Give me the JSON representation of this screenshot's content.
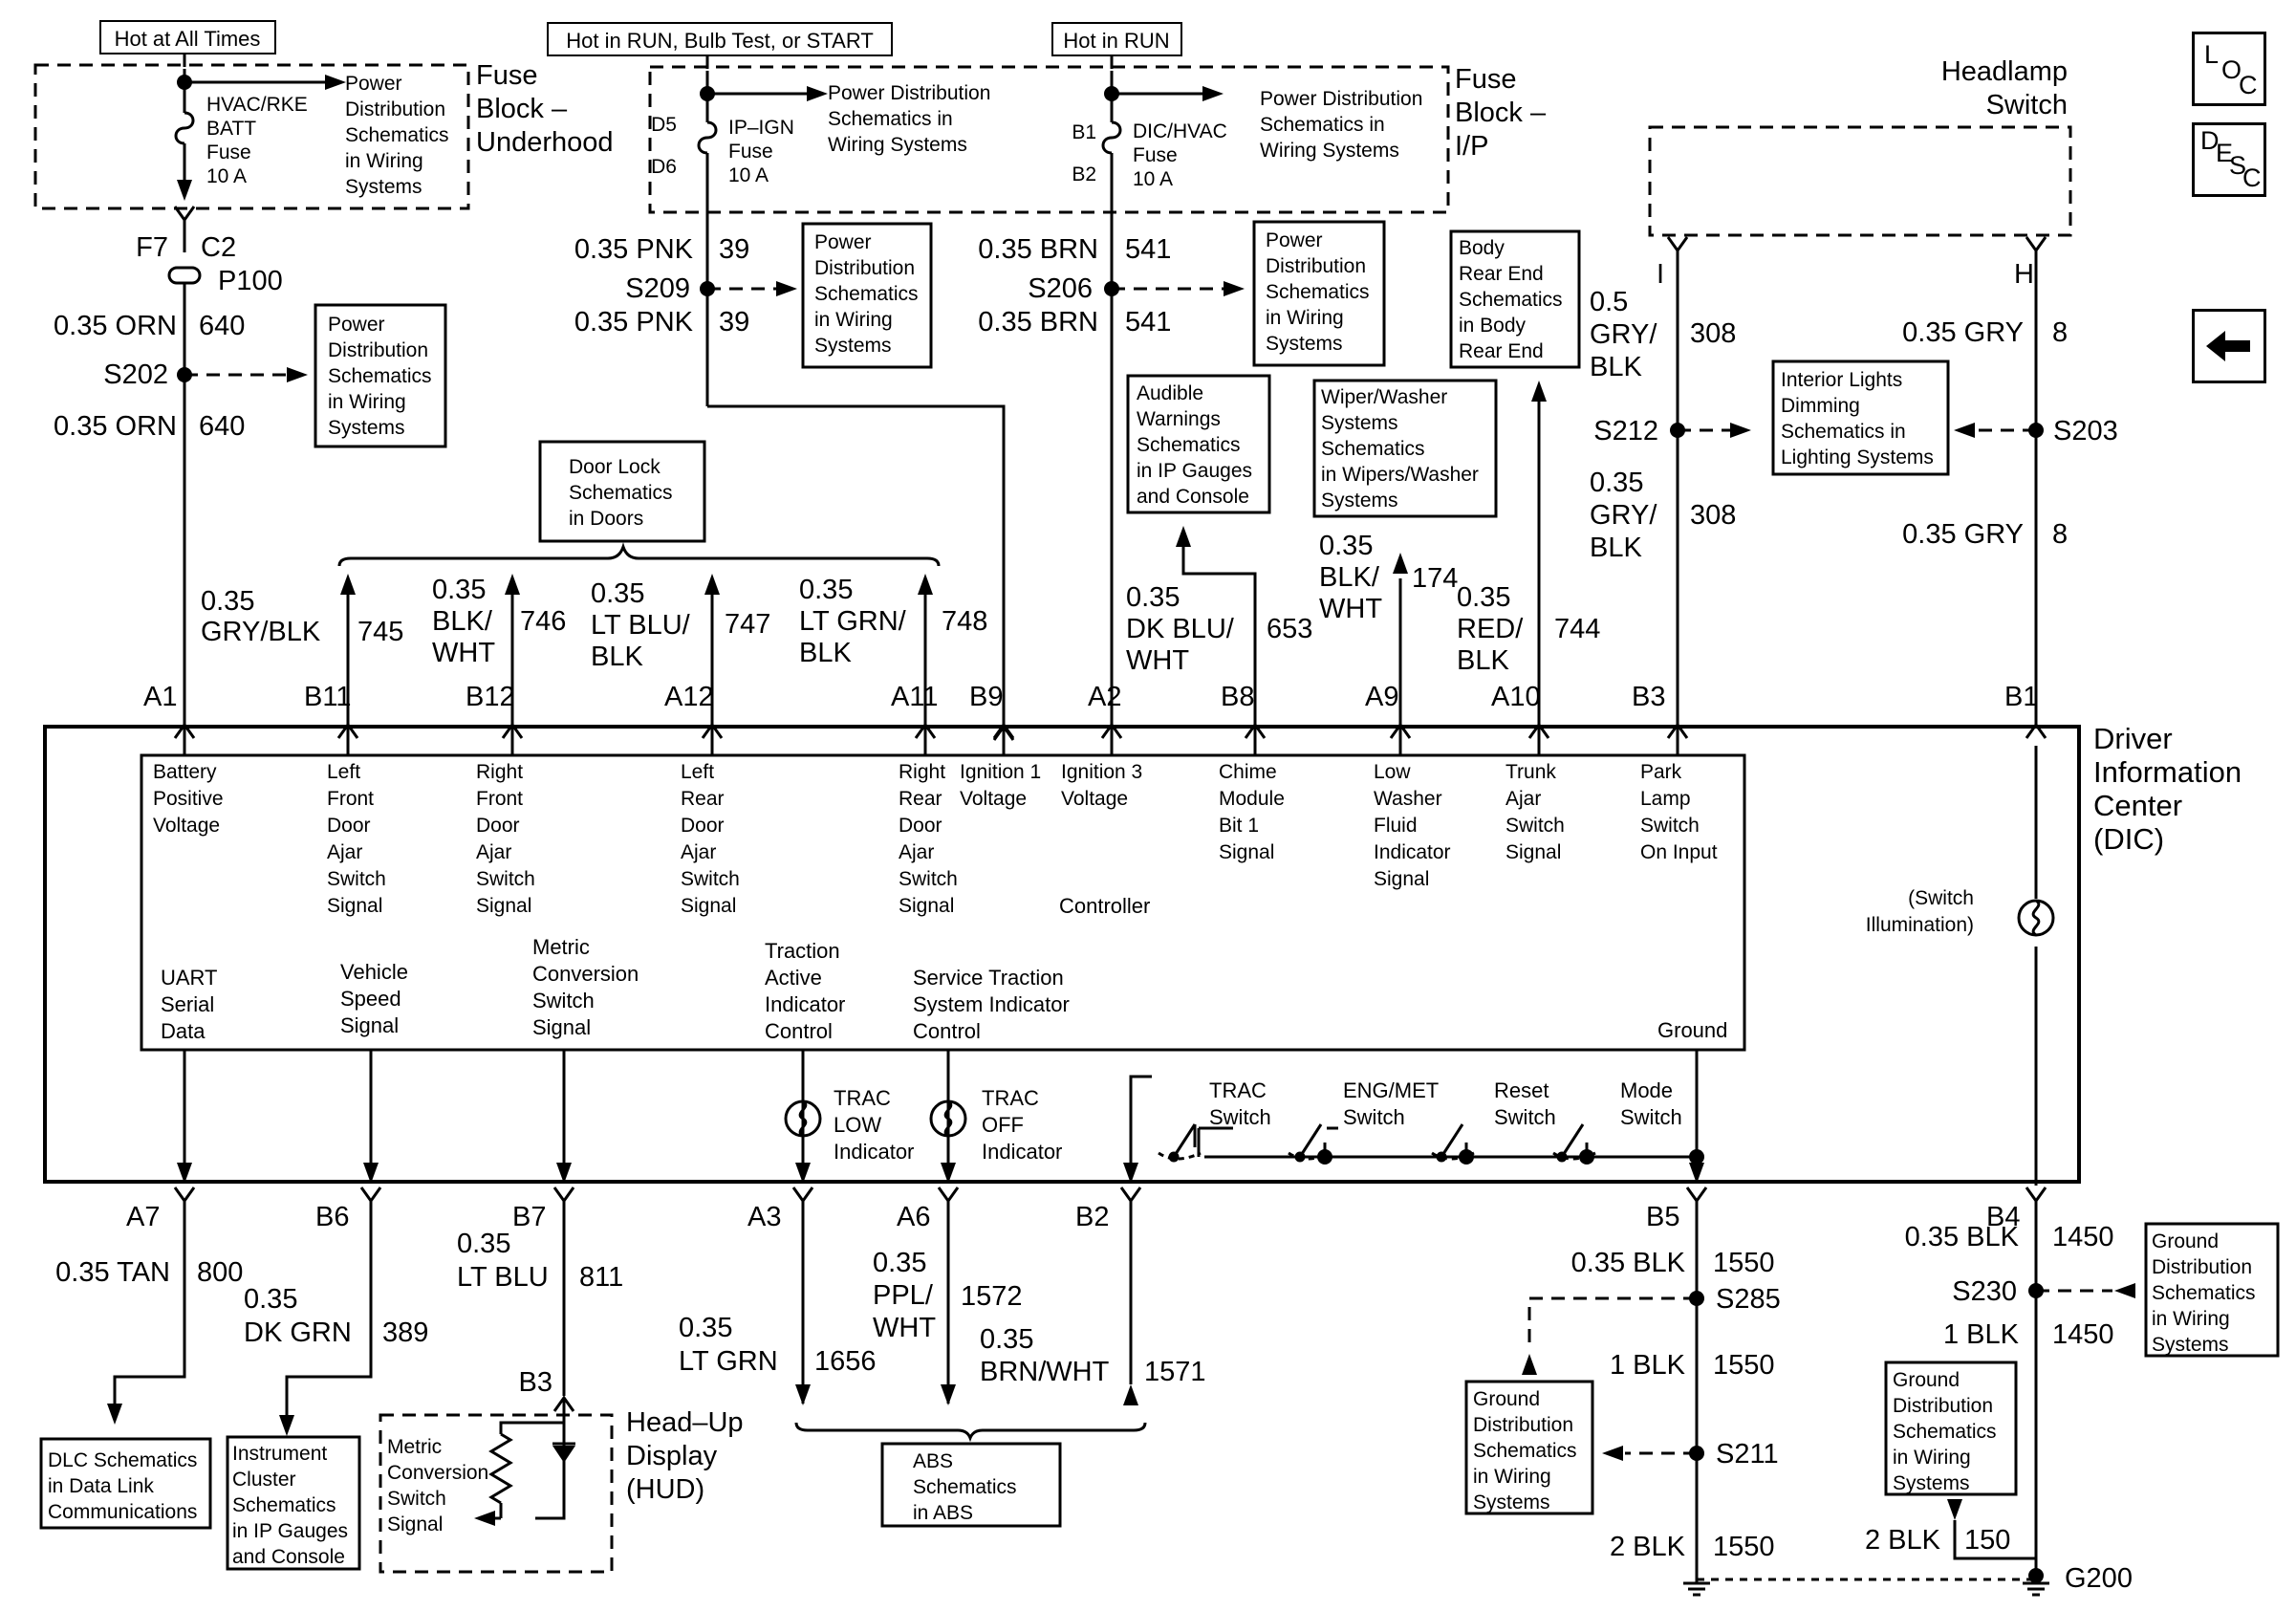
{
  "nav": {
    "loc": [
      "L",
      "O",
      "C"
    ],
    "desc": [
      "D",
      "E",
      "S",
      "C"
    ]
  },
  "top": {
    "hot_all_times": "Hot at All Times",
    "hot_run_bulb_start": "Hot in RUN, Bulb Test, or START",
    "hot_in_run": "Hot in RUN"
  },
  "fuse_block_underhood": {
    "title": [
      "Fuse",
      "Block –",
      "Underhood"
    ],
    "fuse": [
      "HVAC/RKE",
      "BATT",
      "Fuse",
      "10 A"
    ],
    "dest": [
      "Power",
      "Distribution",
      "Schematics",
      "in Wiring",
      "Systems"
    ]
  },
  "fuse_block_ip": {
    "title": [
      "Fuse",
      "Block –",
      "I/P"
    ],
    "fuse1": [
      "IP–IGN",
      "Fuse",
      "10 A"
    ],
    "fuse1_pins": [
      "D5",
      "D6"
    ],
    "dest1": [
      "Power Distribution",
      "Schematics in",
      "Wiring Systems"
    ],
    "fuse2": [
      "DIC/HVAC",
      "Fuse",
      "10 A"
    ],
    "fuse2_pins": [
      "B1",
      "B2"
    ],
    "dest2": [
      "Power Distribution",
      "Schematics in",
      "Wiring Systems"
    ]
  },
  "headlamp_switch": [
    "Headlamp",
    "Switch"
  ],
  "connectors": {
    "f7": "F7",
    "c2": "C2",
    "p100": "P100"
  },
  "splices": {
    "s202": "S202",
    "s209": "S209",
    "s206": "S206",
    "s212": "S212",
    "s203": "S203",
    "s285": "S285",
    "s211": "S211",
    "s230": "S230",
    "g200": "G200"
  },
  "wire_labels": {
    "orn_640_a": [
      "0.35 ORN",
      "640"
    ],
    "orn_640_b": [
      "0.35 ORN",
      "640"
    ],
    "pnk_39_a": [
      "0.35 PNK",
      "39"
    ],
    "pnk_39_b": [
      "0.35 PNK",
      "39"
    ],
    "brn_541_a": [
      "0.35 BRN",
      "541"
    ],
    "brn_541_b": [
      "0.35 BRN",
      "541"
    ],
    "gry_blk_308_a": [
      "0.5",
      "GRY/",
      "BLK",
      "308"
    ],
    "gry_blk_308_b": [
      "0.35",
      "GRY/",
      "BLK",
      "308"
    ],
    "gry_8_a": [
      "0.35 GRY",
      "8"
    ],
    "gry_8_b": [
      "0.35 GRY",
      "8"
    ],
    "w745": [
      "0.35",
      "GRY/BLK",
      "745"
    ],
    "w746": [
      "0.35",
      "BLK/",
      "WHT",
      "746"
    ],
    "w747": [
      "0.35",
      "LT BLU/",
      "BLK",
      "747"
    ],
    "w748": [
      "0.35",
      "LT GRN/",
      "BLK",
      "748"
    ],
    "w653": [
      "0.35",
      "DK BLU/",
      "WHT",
      "653"
    ],
    "w174": [
      "0.35",
      "BLK/",
      "WHT",
      "174"
    ],
    "w744": [
      "0.35",
      "RED/",
      "BLK",
      "744"
    ],
    "w800": [
      "0.35 TAN",
      "800"
    ],
    "w389": [
      "0.35",
      "DK GRN",
      "389"
    ],
    "w811": [
      "0.35",
      "LT BLU",
      "811"
    ],
    "w1656": [
      "0.35",
      "LT GRN",
      "1656"
    ],
    "w1572": [
      "0.35",
      "PPL/",
      "WHT",
      "1572"
    ],
    "w1571": [
      "0.35",
      "BRN/WHT",
      "1571"
    ],
    "w1550_a": [
      "0.35 BLK",
      "1550"
    ],
    "w1550_b": [
      "1 BLK",
      "1550"
    ],
    "w1550_c": [
      "2 BLK",
      "1550"
    ],
    "w1450_a": [
      "0.35 BLK",
      "1450"
    ],
    "w1450_b": [
      "1 BLK",
      "1450"
    ],
    "w150": [
      "2 BLK",
      "150"
    ]
  },
  "refs": {
    "power_dist_s202": [
      "Power",
      "Distribution",
      "Schematics",
      "in Wiring",
      "Systems"
    ],
    "power_dist_s209": [
      "Power",
      "Distribution",
      "Schematics",
      "in Wiring",
      "Systems"
    ],
    "power_dist_s206": [
      "Power",
      "Distribution",
      "Schematics",
      "in Wiring",
      "Systems"
    ],
    "door_lock": [
      "Door Lock",
      "Schematics",
      "in Doors"
    ],
    "audible_warnings": [
      "Audible",
      "Warnings",
      "Schematics",
      "in IP Gauges",
      "and Console"
    ],
    "wiper_washer": [
      "Wiper/Washer",
      "Systems",
      "Schematics",
      "in Wipers/Washer",
      "Systems"
    ],
    "body_rear_end": [
      "Body",
      "Rear End",
      "Schematics",
      "in Body",
      "Rear End"
    ],
    "interior_lights": [
      "Interior Lights",
      "Dimming",
      "Schematics in",
      "Lighting Systems"
    ],
    "dlc": [
      "DLC Schematics",
      "in Data Link",
      "Communications"
    ],
    "instrument_cluster": [
      "Instrument",
      "Cluster",
      "Schematics",
      "in IP Gauges",
      "and Console"
    ],
    "abs": [
      "ABS",
      "Schematics",
      "in ABS"
    ],
    "ground_dist_s285": [
      "Ground",
      "Distribution",
      "Schematics",
      "in Wiring",
      "Systems"
    ],
    "ground_dist_s230": [
      "Ground",
      "Distribution",
      "Schematics",
      "in Wiring",
      "Systems"
    ],
    "ground_dist_g200": [
      "Ground",
      "Distribution",
      "Schematics",
      "in Wiring",
      "Systems"
    ]
  },
  "dic": {
    "title": [
      "Driver",
      "Information",
      "Center",
      "(DIC)"
    ],
    "controller": "Controller",
    "pins_top": [
      "A1",
      "B11",
      "B12",
      "A12",
      "A11",
      "B9",
      "A2",
      "B8",
      "A9",
      "A10",
      "B3",
      "B1"
    ],
    "pins_bottom": [
      "A7",
      "B6",
      "B7",
      "A3",
      "A6",
      "B2",
      "B5",
      "B4"
    ],
    "inputs": [
      [
        "Battery",
        "Positive",
        "Voltage"
      ],
      [
        "Left",
        "Front",
        "Door",
        "Ajar",
        "Switch",
        "Signal"
      ],
      [
        "Right",
        "Front",
        "Door",
        "Ajar",
        "Switch",
        "Signal"
      ],
      [
        "Left",
        "Rear",
        "Door",
        "Ajar",
        "Switch",
        "Signal"
      ],
      [
        "Right",
        "Rear",
        "Door",
        "Ajar",
        "Switch",
        "Signal"
      ],
      [
        "Ignition 1",
        "Voltage"
      ],
      [
        "Ignition 3",
        "Voltage"
      ],
      [
        "Chime",
        "Module",
        "Bit 1",
        "Signal"
      ],
      [
        "Low",
        "Washer",
        "Fluid",
        "Indicator",
        "Signal"
      ],
      [
        "Trunk",
        "Ajar",
        "Switch",
        "Signal"
      ],
      [
        "Park",
        "Lamp",
        "Switch",
        "On Input"
      ]
    ],
    "outputs": [
      [
        "UART",
        "Serial",
        "Data"
      ],
      [
        "Vehicle",
        "Speed",
        "Signal"
      ],
      [
        "Metric",
        "Conversion",
        "Switch",
        "Signal"
      ],
      [
        "Traction",
        "Active",
        "Indicator",
        "Control"
      ],
      [
        "Service Traction",
        "System Indicator",
        "Control"
      ],
      [
        "Ground"
      ]
    ],
    "switch_illumination": [
      "(Switch",
      "Illumination)"
    ],
    "indicators": {
      "trac_low": [
        "TRAC",
        "LOW",
        "Indicator"
      ],
      "trac_off": [
        "TRAC",
        "OFF",
        "Indicator"
      ]
    },
    "switches": [
      [
        "TRAC",
        "Switch"
      ],
      [
        "ENG/MET",
        "Switch"
      ],
      [
        "Reset",
        "Switch"
      ],
      [
        "Mode",
        "Switch"
      ]
    ]
  },
  "hud": {
    "title": [
      "Head–Up",
      "Display",
      "(HUD)"
    ],
    "pin": "B3",
    "label": [
      "Metric",
      "Conversion",
      "Switch",
      "Signal"
    ]
  }
}
